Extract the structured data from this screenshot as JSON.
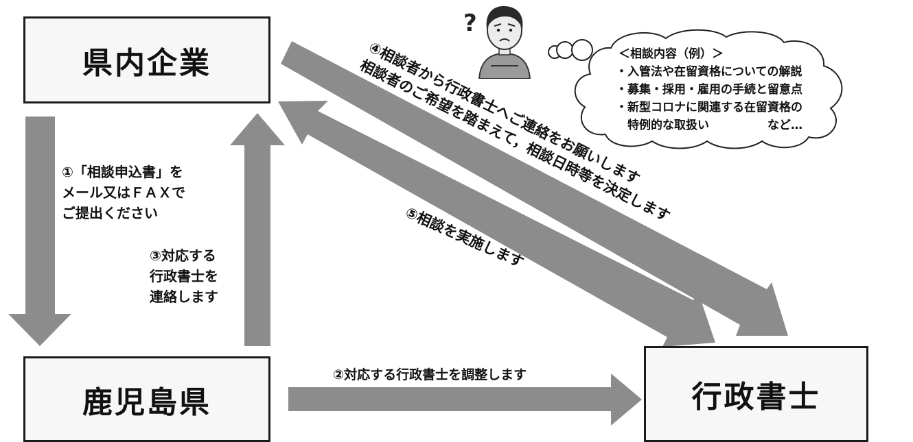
{
  "boxes": {
    "company": "県内企業",
    "prefecture": "鹿児島県",
    "lawyer": "行政書士"
  },
  "steps": {
    "step1": [
      "①「相談申込書」を",
      "メール又はＦＡＸで",
      "ご提出ください"
    ],
    "step2": "②対応する行政書士を調整します",
    "step3": [
      "③対応する",
      "行政書士を",
      "連絡します"
    ],
    "step4": [
      "④相談者から行政書士へご連絡をお願いします",
      "相談者のご希望を踏まえて，相談日時等を決定します"
    ],
    "step5": "⑤相談を実施します"
  },
  "consultation": {
    "title": "＜相談内容（例）＞",
    "items": [
      "・入管法や在留資格についての解説",
      "・募集・採用・雇用の手続と留意点",
      "・新型コロナに関連する在留資格の",
      "　特例的な取扱い　　　　　など…"
    ]
  },
  "question_mark": "?",
  "colors": {
    "arrow": "#8c8c8c",
    "box_border": "#1a1a1a",
    "box_fill": "#f7f7f7"
  }
}
